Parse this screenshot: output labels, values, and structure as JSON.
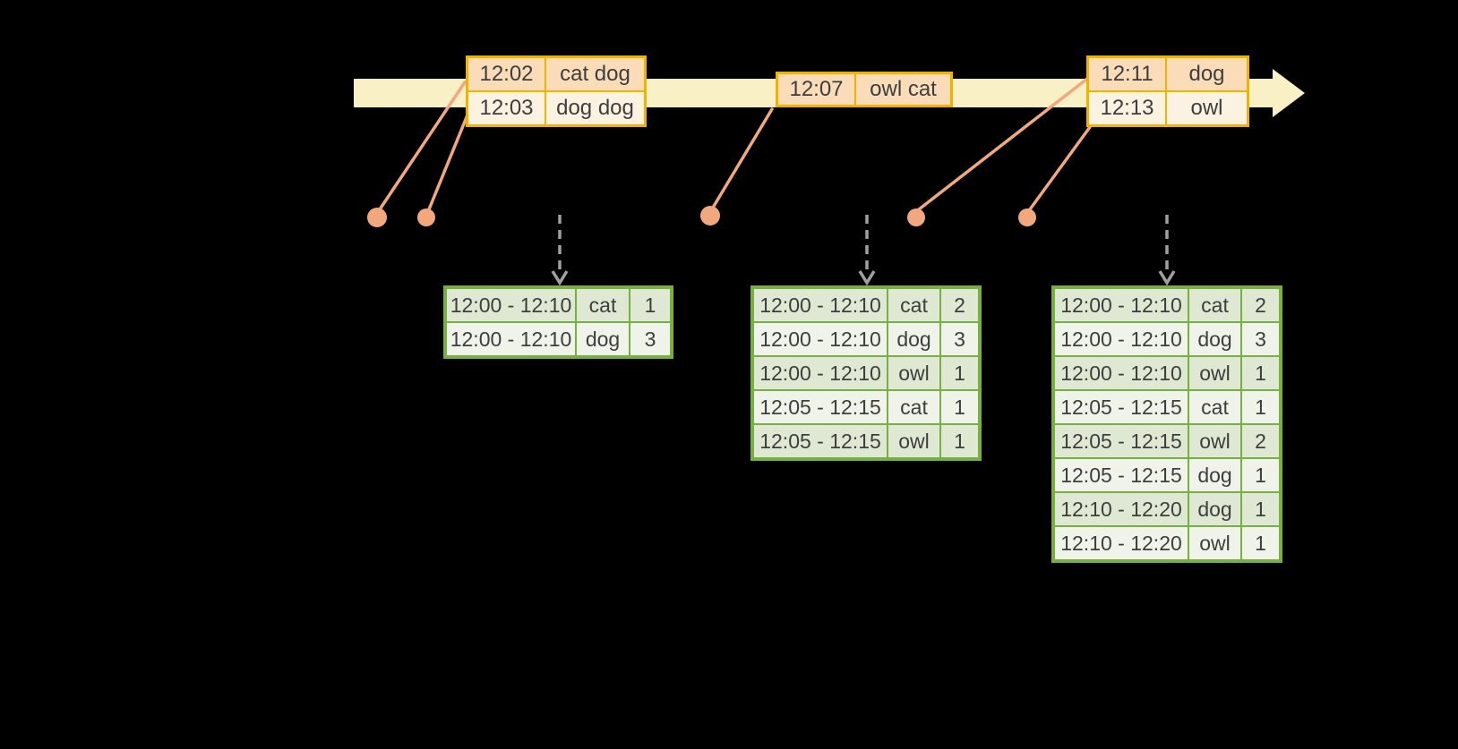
{
  "colors": {
    "background": "#000000",
    "timeline_band": "#faf0c6",
    "event_table_border": "#f0b400",
    "event_row_dark": "#fadcb9",
    "event_row_light": "#fcf2e2",
    "event_connector": "#f1a87d",
    "trigger_arrow_gray": "#a0a0a0",
    "result_table_border": "#76b041",
    "result_row_dark": "#dee8d2",
    "result_row_light": "#eff3ea",
    "text": "#3e3e3e"
  },
  "event_tables": [
    {
      "rows": [
        {
          "time": "12:02",
          "words": "cat dog"
        },
        {
          "time": "12:03",
          "words": "dog dog"
        }
      ]
    },
    {
      "rows": [
        {
          "time": "12:07",
          "words": "owl cat"
        }
      ]
    },
    {
      "rows": [
        {
          "time": "12:11",
          "words": "dog"
        },
        {
          "time": "12:13",
          "words": "owl"
        }
      ]
    }
  ],
  "result_tables": [
    {
      "rows": [
        {
          "window": "12:00 - 12:10",
          "word": "cat",
          "count": "1"
        },
        {
          "window": "12:00 - 12:10",
          "word": "dog",
          "count": "3"
        }
      ]
    },
    {
      "rows": [
        {
          "window": "12:00 - 12:10",
          "word": "cat",
          "count": "2"
        },
        {
          "window": "12:00 - 12:10",
          "word": "dog",
          "count": "3"
        },
        {
          "window": "12:00 - 12:10",
          "word": "owl",
          "count": "1"
        },
        {
          "window": "12:05 - 12:15",
          "word": "cat",
          "count": "1"
        },
        {
          "window": "12:05 - 12:15",
          "word": "owl",
          "count": "1"
        }
      ]
    },
    {
      "rows": [
        {
          "window": "12:00 - 12:10",
          "word": "cat",
          "count": "2"
        },
        {
          "window": "12:00 - 12:10",
          "word": "dog",
          "count": "3"
        },
        {
          "window": "12:00 - 12:10",
          "word": "owl",
          "count": "1"
        },
        {
          "window": "12:05 - 12:15",
          "word": "cat",
          "count": "1"
        },
        {
          "window": "12:05 - 12:15",
          "word": "owl",
          "count": "2"
        },
        {
          "window": "12:05 - 12:15",
          "word": "dog",
          "count": "1"
        },
        {
          "window": "12:10 - 12:20",
          "word": "dog",
          "count": "1"
        },
        {
          "window": "12:10 - 12:20",
          "word": "owl",
          "count": "1"
        }
      ]
    }
  ]
}
